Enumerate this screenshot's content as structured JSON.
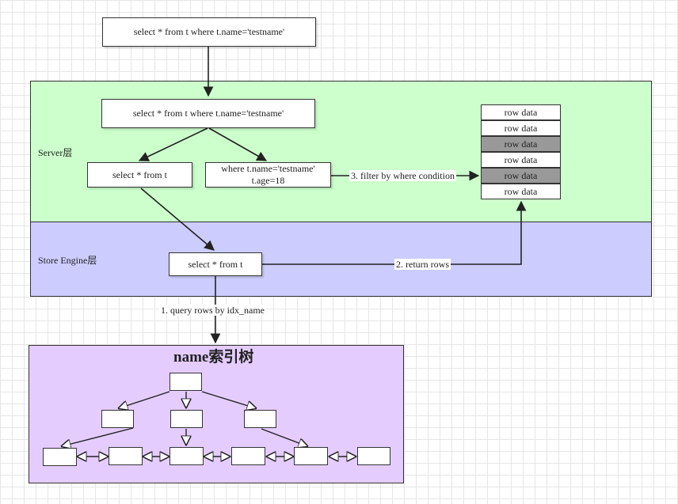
{
  "colors": {
    "server_layer": "#ccffcc",
    "engine_layer": "#ccccff",
    "index_layer": "#e5ccff",
    "filtered_row": "#999999"
  },
  "top_query": "select * from t where t.name='testname'",
  "server_layer": {
    "label": "Server层",
    "query": "select * from t where t.name='testname'",
    "select_part": "select * from t",
    "where_part": [
      "where t.name='testname'",
      "t.age=18"
    ]
  },
  "engine_layer": {
    "label": "Store Engine层",
    "query": "select * from t"
  },
  "rows": [
    {
      "text": "row data",
      "filtered": false
    },
    {
      "text": "row data",
      "filtered": false
    },
    {
      "text": "row data",
      "filtered": true
    },
    {
      "text": "row data",
      "filtered": false
    },
    {
      "text": "row data",
      "filtered": true
    },
    {
      "text": "row data",
      "filtered": false
    }
  ],
  "edge_labels": {
    "query_rows": "1. query rows by idx_name",
    "return_rows": "2. return rows",
    "filter": "3. filter by where condition"
  },
  "index_tree": {
    "title": "name索引树"
  }
}
